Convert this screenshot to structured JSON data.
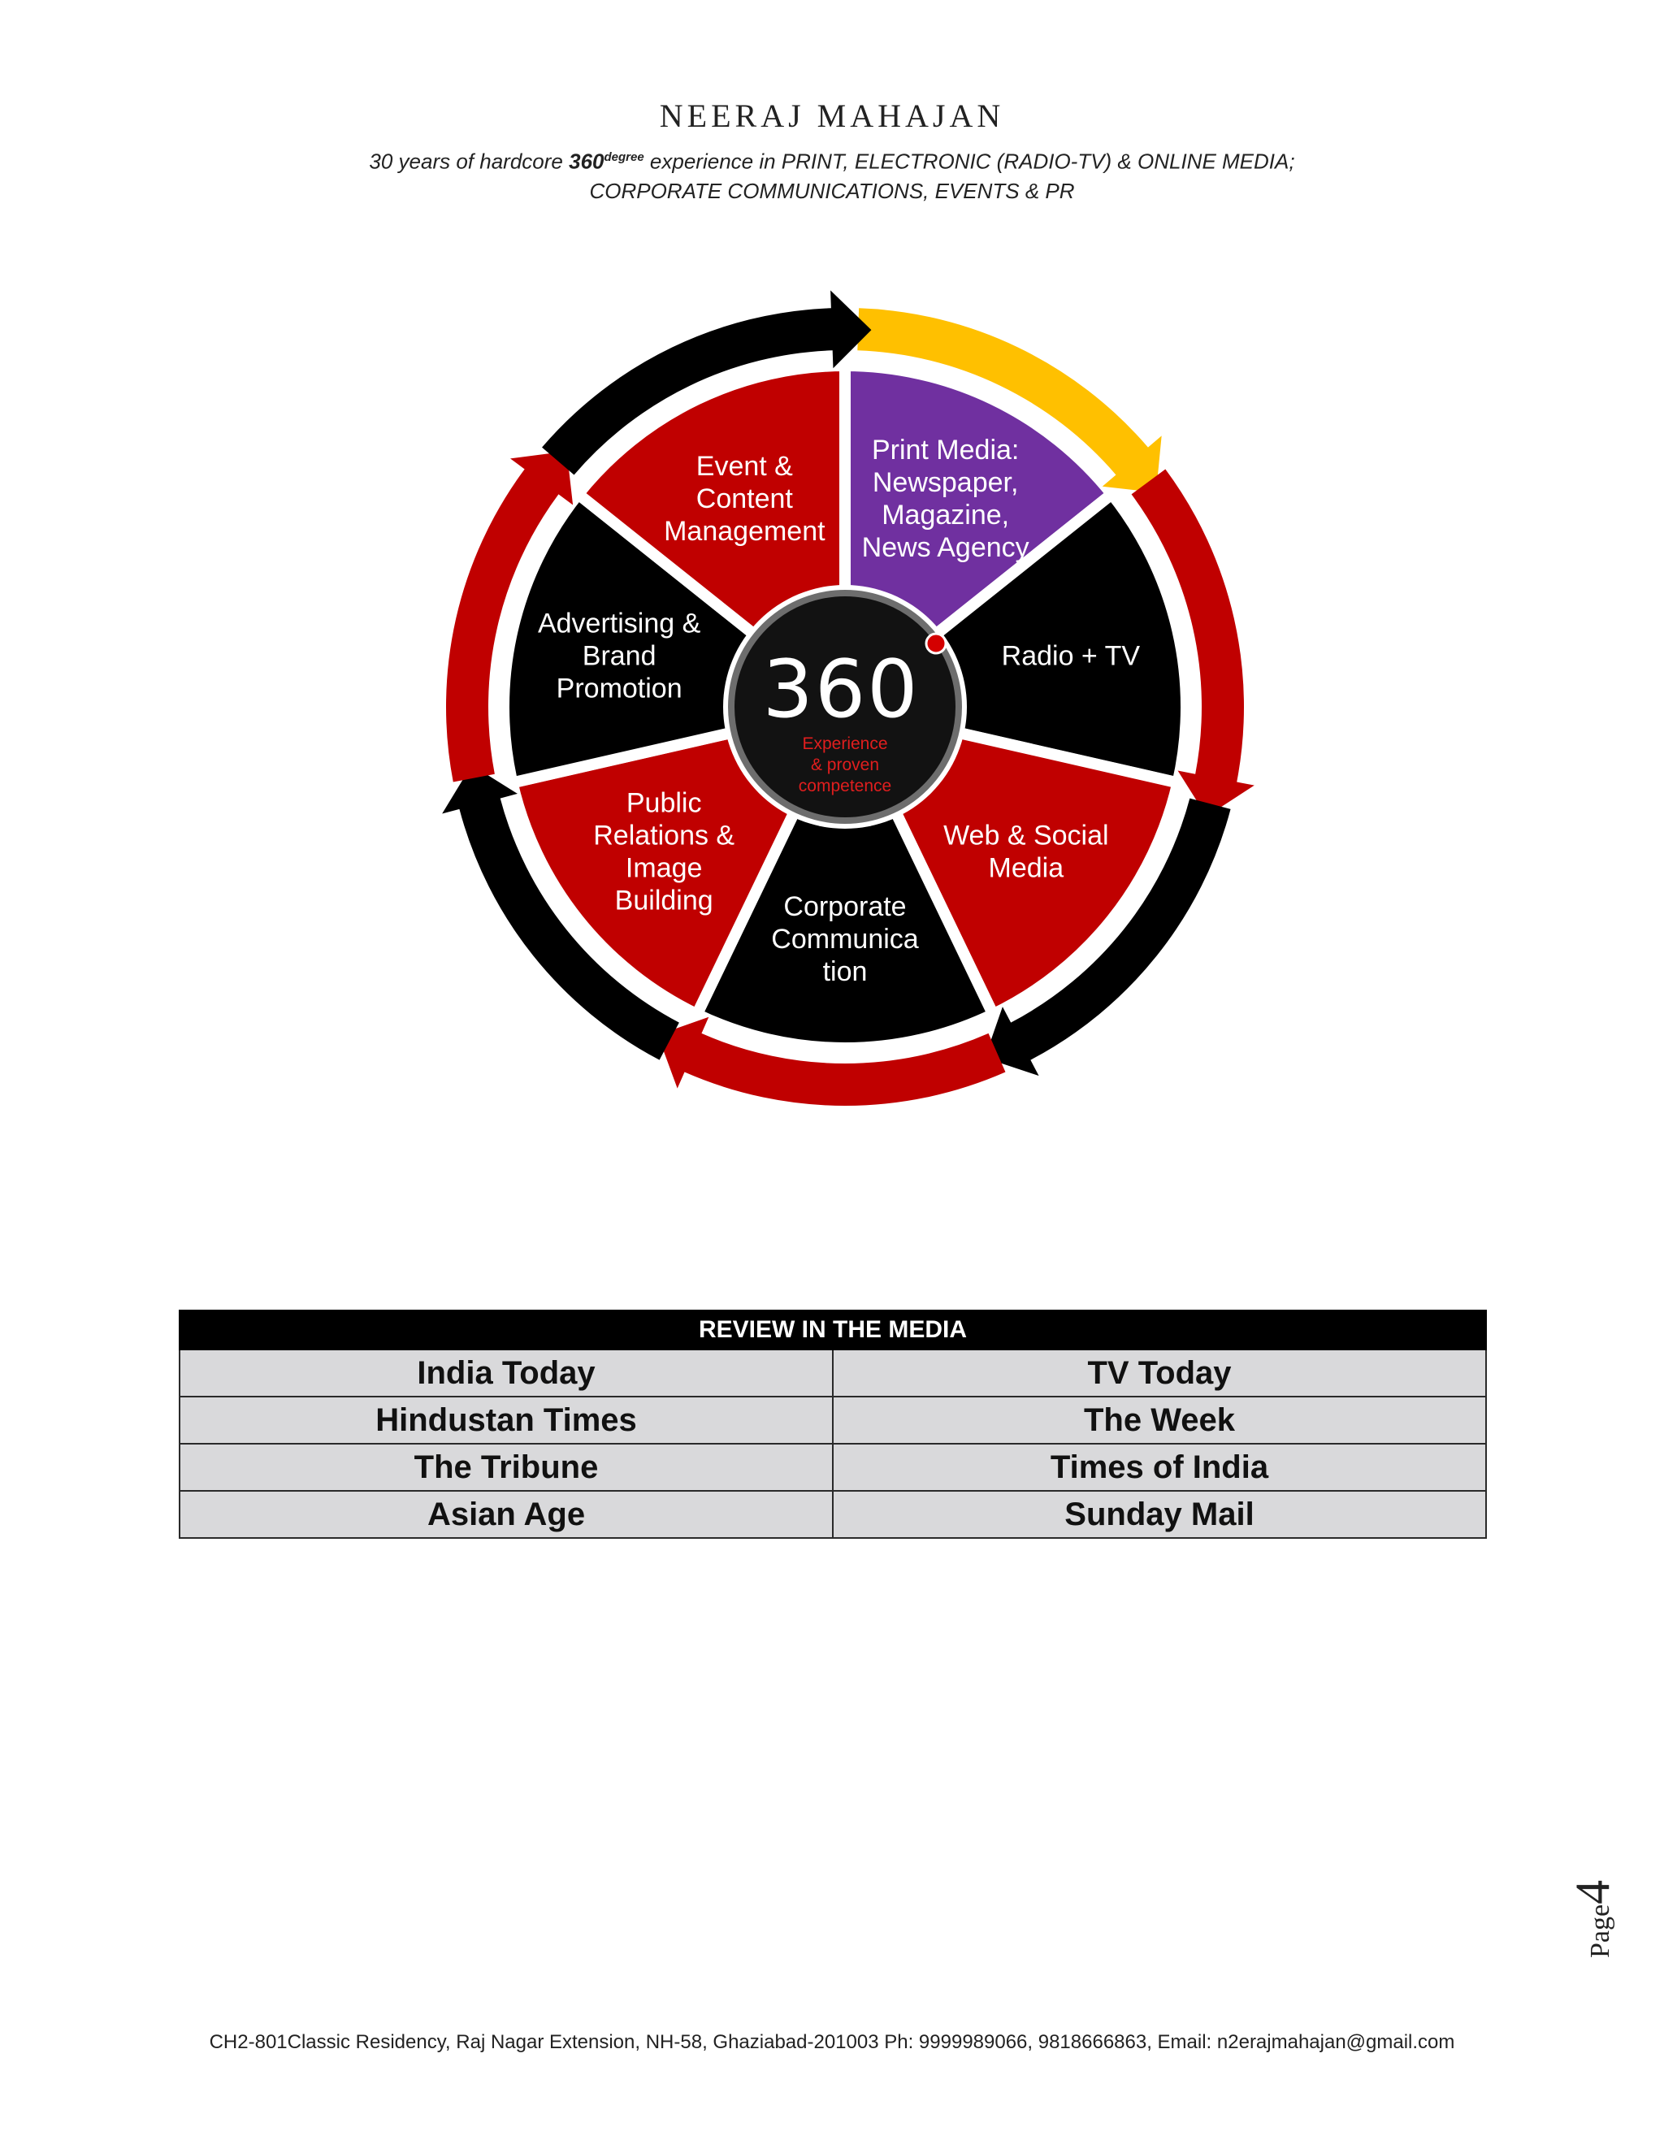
{
  "header": {
    "name": "NEERAJ MAHAJAN",
    "tagline_pre": "30 years of hardcore ",
    "tagline_bold": "360",
    "tagline_sup": "degree",
    "tagline_post": " experience in PRINT, ELECTRONIC (RADIO-TV) & ONLINE MEDIA;",
    "tagline_line2": "CORPORATE COMMUNICATIONS, EVENTS & PR"
  },
  "wheel": {
    "center": {
      "number": "360",
      "lines": [
        "Experience",
        "& proven",
        "competence"
      ]
    },
    "segments": [
      {
        "lines": [
          "Print Media:",
          "Newspaper,",
          "Magazine,",
          "News Agency"
        ],
        "color": "#7030a0"
      },
      {
        "lines": [
          "Radio + TV"
        ],
        "color": "#000000"
      },
      {
        "lines": [
          "Web & Social",
          "Media"
        ],
        "color": "#c00000"
      },
      {
        "lines": [
          "Corporate",
          "Communica",
          "tion"
        ],
        "color": "#000000"
      },
      {
        "lines": [
          "Public",
          "Relations &",
          "Image",
          "Building"
        ],
        "color": "#c00000"
      },
      {
        "lines": [
          "Advertising &",
          "Brand",
          "Promotion"
        ],
        "color": "#000000"
      },
      {
        "lines": [
          "Event &",
          "Content",
          "Management"
        ],
        "color": "#c00000"
      }
    ],
    "arrow_colors": [
      "#ffc000",
      "#c00000",
      "#000000",
      "#c00000",
      "#000000",
      "#c00000",
      "#000000"
    ]
  },
  "review": {
    "title": "REVIEW IN THE MEDIA",
    "rows": [
      [
        "India Today",
        "TV Today"
      ],
      [
        "Hindustan Times",
        "The Week"
      ],
      [
        "The Tribune",
        "Times of India"
      ],
      [
        "Asian Age",
        "Sunday Mail"
      ]
    ]
  },
  "page": {
    "word": "Page",
    "number": "4"
  },
  "footer": "CH2-801Classic Residency, Raj Nagar Extension, NH-58, Ghaziabad-201003 Ph: 9999989066, 9818666863, Email: n2erajmahajan@gmail.com"
}
